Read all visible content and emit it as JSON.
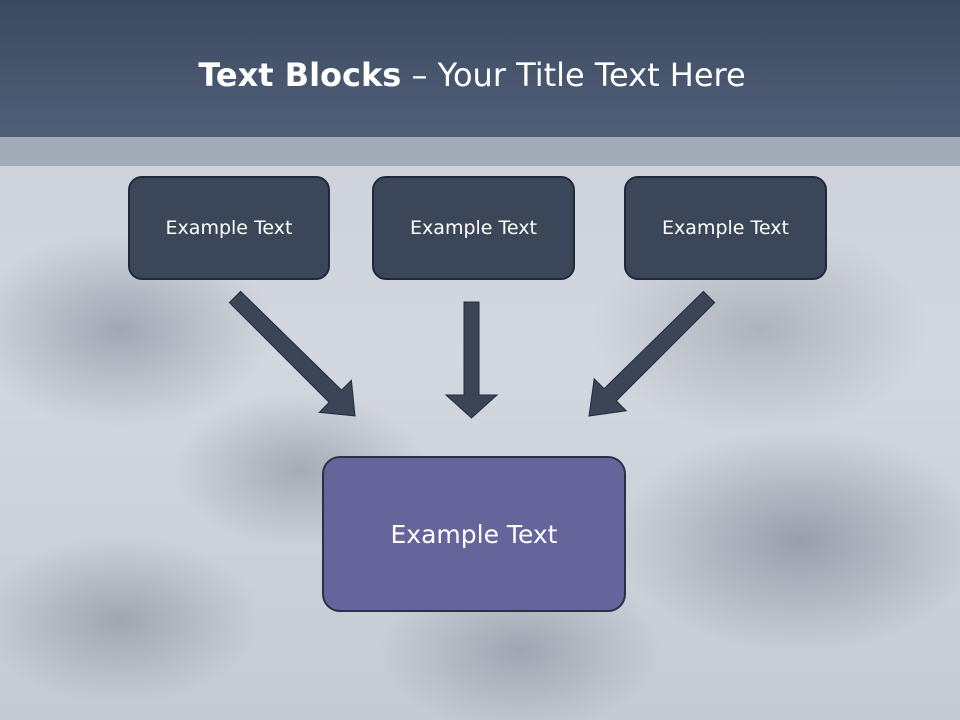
{
  "title": {
    "bold": "Text Blocks",
    "separator": " – ",
    "rest": "Your Title Text Here"
  },
  "blocks": {
    "top": [
      "Example Text",
      "Example Text",
      "Example Text"
    ],
    "bottom": "Example Text"
  },
  "colors": {
    "title_bar": "#46546b",
    "top_block": "#3b4759",
    "bottom_block": "#65649b",
    "arrow": "#3a4558"
  }
}
